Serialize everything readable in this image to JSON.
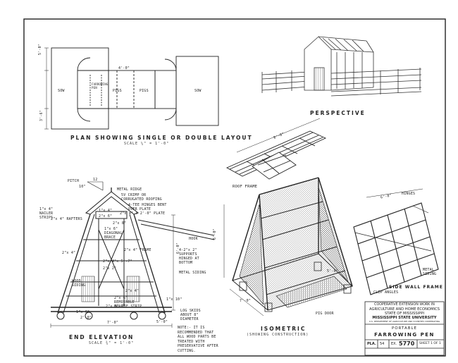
{
  "plan": {
    "title": "PLAN SHOWING SINGLE OR DOUBLE LAYOUT",
    "scale": "SCALE ¼\" = 1'-0\"",
    "labels": {
      "sow_left": "SOW",
      "pigs_left": "PIGS",
      "pigs_right": "PIGS",
      "sow_right": "SOW",
      "farrowing": "FARROWING PEN",
      "dim_top": "5'-0\"",
      "dim_bottom": "3'-6\"",
      "dim_mid": "4'-0\""
    }
  },
  "perspective": {
    "title": "PERSPECTIVE"
  },
  "roof_frame": {
    "label": "ROOF FRAME",
    "dim": "8'-0\""
  },
  "end_elevation": {
    "title": "END ELEVATION",
    "scale": "SCALE ¾\" = 1'-0\"",
    "labels": {
      "pitch": "PITCH",
      "pitch_value": "10\"",
      "pitch_run": "12",
      "metal_ridge": "METAL RIDGE",
      "crimp": "5V CRIMP OR CORRUGATED ROOFING",
      "hinges": "4-TEE HINGES BENT OVER PLATE",
      "nailer": "1\"x 4\" NAILER STRIPS",
      "rafters": "2\"x 4\" RAFTERS",
      "plate": "2\"x 4\" x 2'-0\" PLATE",
      "diagonal": "1\"x 6\" DIAGONAL BRACE",
      "frame": "2\"x 4\" FRAME",
      "hook": "HOOK",
      "supports": "4-2\"x 2\" SUPPORTS HINGED AT BOTTOM",
      "metal_siding": "METAL SIDING",
      "wood_siding": "WOOD SIDING",
      "removable": "2\"x 6\" REMOVABLE BOARD",
      "tie_strip": "2\"x 6\" TIE STRIP",
      "log_skids": "LOG SKIDS ABOUT 8\" DIAMETER",
      "d_1x4": "1\"x 4\"",
      "d_2x6": "2\"x 6\"",
      "d_2x8": "2\"x 8\"",
      "d_2x4_a": "2\"x 4\"",
      "d_2x4_b": "2\"x 4\"",
      "d_2x4x5": "2\"x 4\"x 5'-7\"",
      "d_2x2": "2\"x 2\"",
      "d_1x10": "1\"x 10\"",
      "d_1x6": "1\"x 6\"",
      "h_6": "6'-0\"",
      "w_7": "7'-0\"",
      "w_2": "2'-0\"",
      "w_5": "5'-0\""
    },
    "note": "NOTE:- IT IS RECOMMENDED THAT ALL WOOD PARTS BE TREATED WITH PRESERVATIVE AFTER CUTTING."
  },
  "isometric": {
    "title": "ISOMETRIC",
    "subtitle": "(SHOWING CONSTRUCTION)",
    "pig_door": "PIG DOOR",
    "dim_7": "7'-0\"",
    "dim_5": "5'-0\"",
    "dim_6": "6'-0\""
  },
  "side_wall": {
    "title": "SIDE WALL FRAME",
    "hinges": "HINGES",
    "metal_siding": "METAL SIDING",
    "clip_angles": "CLIP ANGLES",
    "dim": "6'-8\""
  },
  "title_block": {
    "line1": "COOPERATIVE EXTENSION WORK IN",
    "line2": "AGRICULTURE AND HOME ECONOMICS",
    "line3": "STATE OF MISSISSIPPI",
    "line4": "MISSISSIPPI STATE UNIVERSITY",
    "line5": "U.S. DEPARTMENT OF AGRICULTURE AND COUNTIES COOPERATING",
    "item_1": "PORTABLE",
    "item_2": "FARROWING PEN",
    "pla_label": "PLA.",
    "pla_value": "54",
    "ex_label": "EX.",
    "ex_value": "5770",
    "sheet": "SHEET 1 OF 1"
  }
}
